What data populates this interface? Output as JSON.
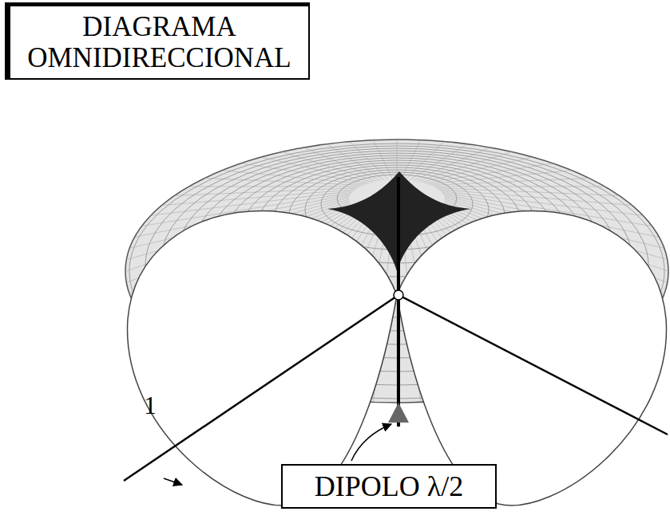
{
  "diagram": {
    "nodes": [
      {
        "text": [
          "DIAGRAMA OMNIDIRECCIONAL"
        ]
      },
      {
        "text": [
          "DIPOLO λ/2"
        ]
      }
    ],
    "labels": [
      "1"
    ]
  }
}
